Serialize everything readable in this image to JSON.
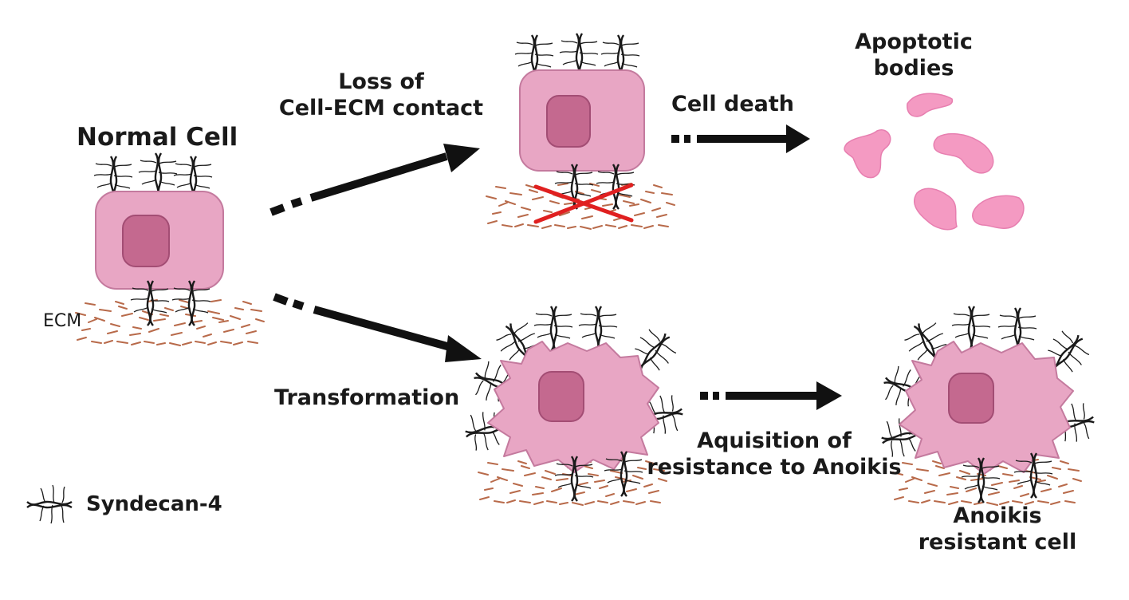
{
  "colors": {
    "cell_fill": "#e8a6c4",
    "cell_edge": "#c47a9e",
    "nucleus_fill": "#c4698f",
    "nucleus_edge": "#a34d74",
    "ecm": "#b86a4a",
    "arrow": "#111111",
    "cross": "#e02020",
    "apoptotic_body": "#f49ac2",
    "syndecan": "#1a1a1a"
  },
  "icons": {
    "syndecan": "syndecan-4-icon",
    "cross": "red-cross-icon",
    "arrow": "dashed-arrow-icon"
  },
  "labels": {
    "normal_cell": "Normal Cell",
    "ecm": "ECM",
    "loss_line1": "Loss of",
    "loss_line2": "Cell-ECM contact",
    "cell_death": "Cell death",
    "apoptotic_line1": "Apoptotic",
    "apoptotic_line2": "bodies",
    "transformation": "Transformation",
    "acquisition_line1": "Aquisition of",
    "acquisition_line2": "resistance to Anoikis",
    "resistant_line1": "Anoikis",
    "resistant_line2": "resistant cell",
    "legend_syndecan": "Syndecan-4"
  }
}
